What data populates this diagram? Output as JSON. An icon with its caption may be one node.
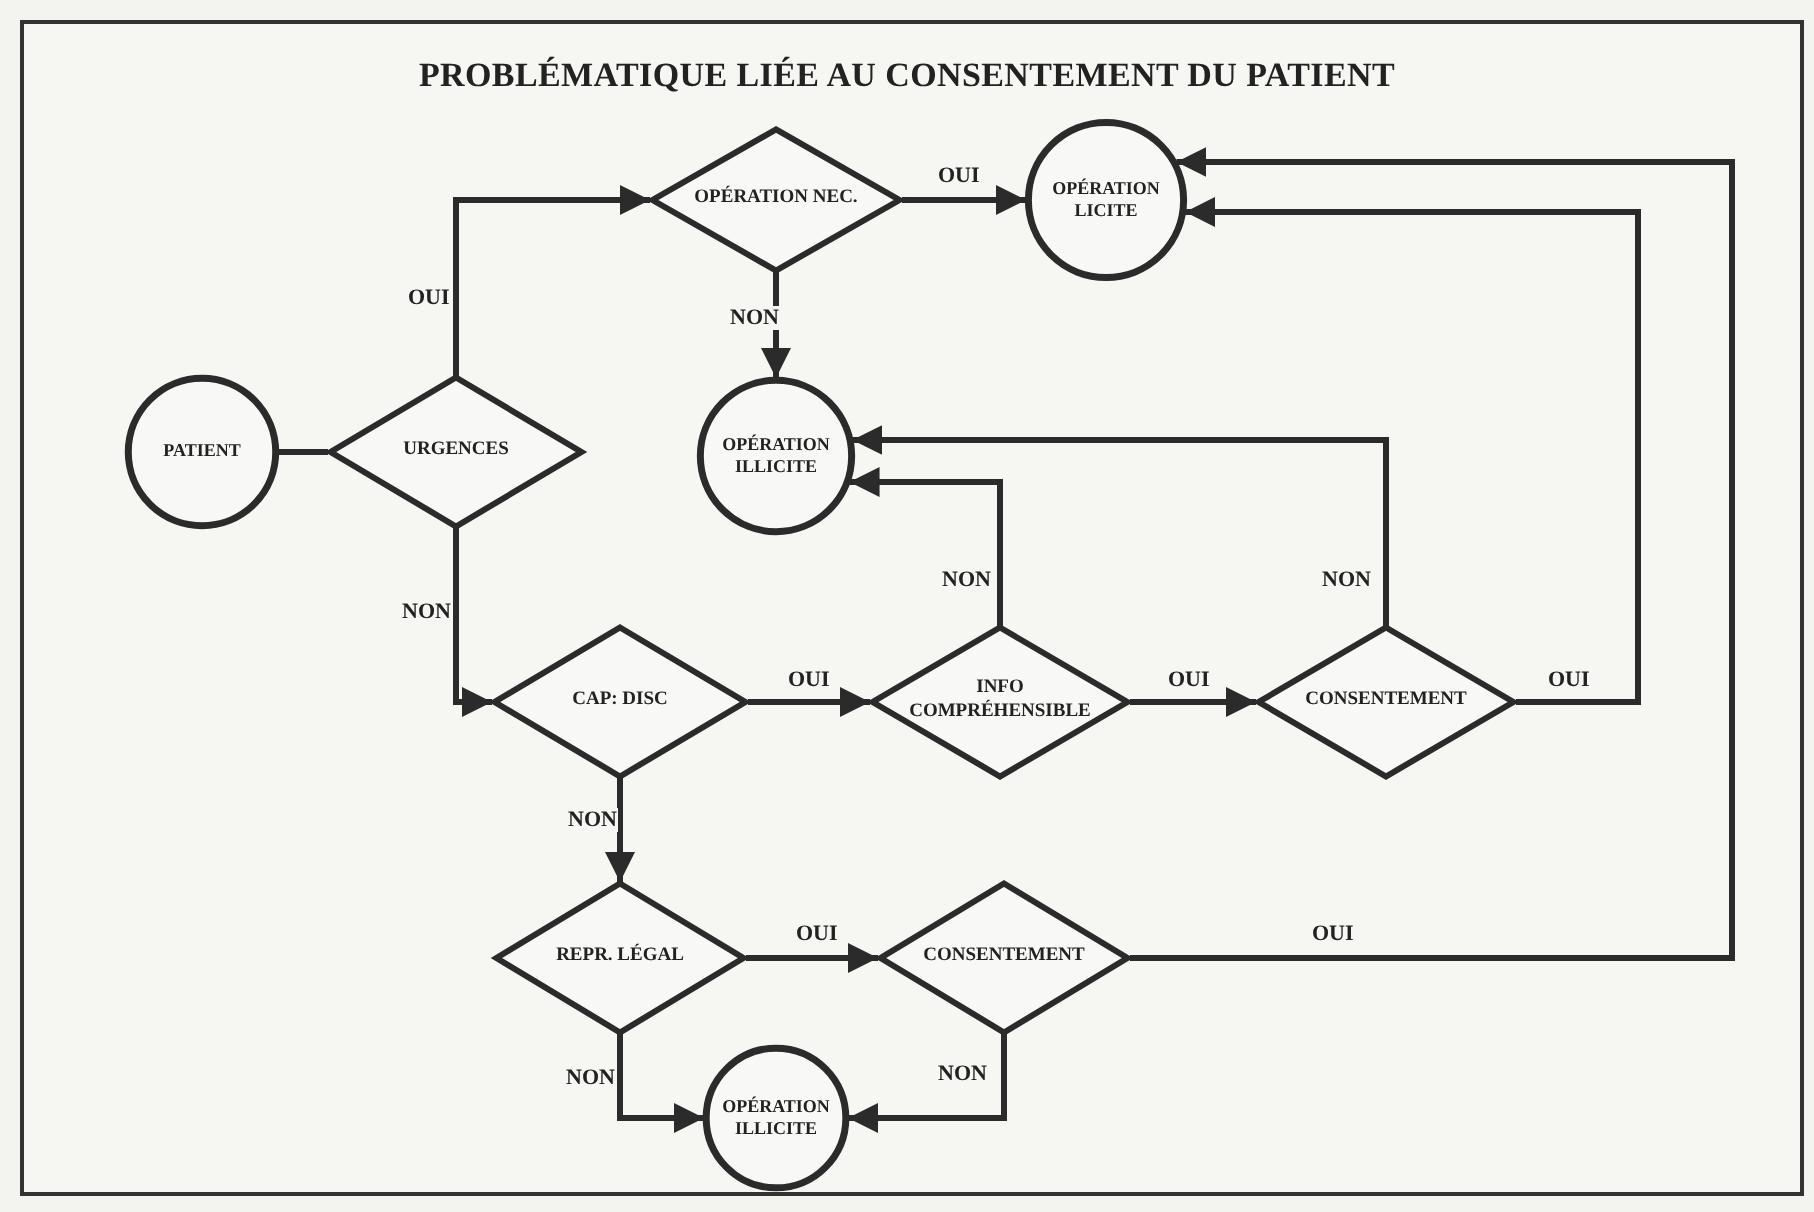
{
  "diagram": {
    "title": "PROBLÉMATIQUE LIÉE AU CONSENTEMENT DU PATIENT",
    "nodes": [
      {
        "text": [
          "PATIENT"
        ]
      },
      {
        "text": [
          "URGENCES"
        ]
      },
      {
        "text": [
          "OPÉRATION NEC."
        ]
      },
      {
        "text": [
          "OPÉRATION LICITE"
        ]
      },
      {
        "text": [
          "OPÉRATION ILLICITE"
        ]
      },
      {
        "text": [
          "CAP: DISC"
        ]
      },
      {
        "text": [
          "INFO COMPRÉHENSIBLE"
        ]
      },
      {
        "text": [
          "CONSENTEMENT"
        ]
      },
      {
        "text": [
          "REPR. LÉGAL"
        ]
      },
      {
        "text": [
          "CONSENTEMENT"
        ]
      },
      {
        "text": [
          "OPÉRATION ILLICITE"
        ]
      }
    ],
    "edges": [
      {
        "from": 0,
        "to": 1,
        "arrow": "none"
      },
      {
        "from": 1,
        "to": 2,
        "arrow": "to",
        "label": "OUI"
      },
      {
        "from": 2,
        "to": 3,
        "arrow": "to",
        "label": "OUI"
      },
      {
        "from": 2,
        "to": 4,
        "arrow": "to",
        "label": "NON"
      },
      {
        "from": 1,
        "to": 5,
        "arrow": "to",
        "label": "NON"
      },
      {
        "from": 5,
        "to": 6,
        "arrow": "to",
        "label": "OUI"
      },
      {
        "from": 5,
        "to": 8,
        "arrow": "to",
        "label": "NON"
      },
      {
        "from": 6,
        "to": 7,
        "arrow": "to",
        "label": "OUI"
      },
      {
        "from": 6,
        "to": 4,
        "arrow": "to",
        "label": "NON"
      },
      {
        "from": 7,
        "to": 4,
        "arrow": "to",
        "label": "NON"
      },
      {
        "from": 7,
        "to": 3,
        "arrow": "to",
        "label": "OUI"
      },
      {
        "from": 8,
        "to": 9,
        "arrow": "to",
        "label": "OUI"
      },
      {
        "from": 8,
        "to": 10,
        "arrow": "to",
        "label": "NON"
      },
      {
        "from": 9,
        "to": 10,
        "arrow": "to",
        "label": "NON"
      },
      {
        "from": 9,
        "to": 3,
        "arrow": "to",
        "label": "OUI"
      }
    ]
  }
}
